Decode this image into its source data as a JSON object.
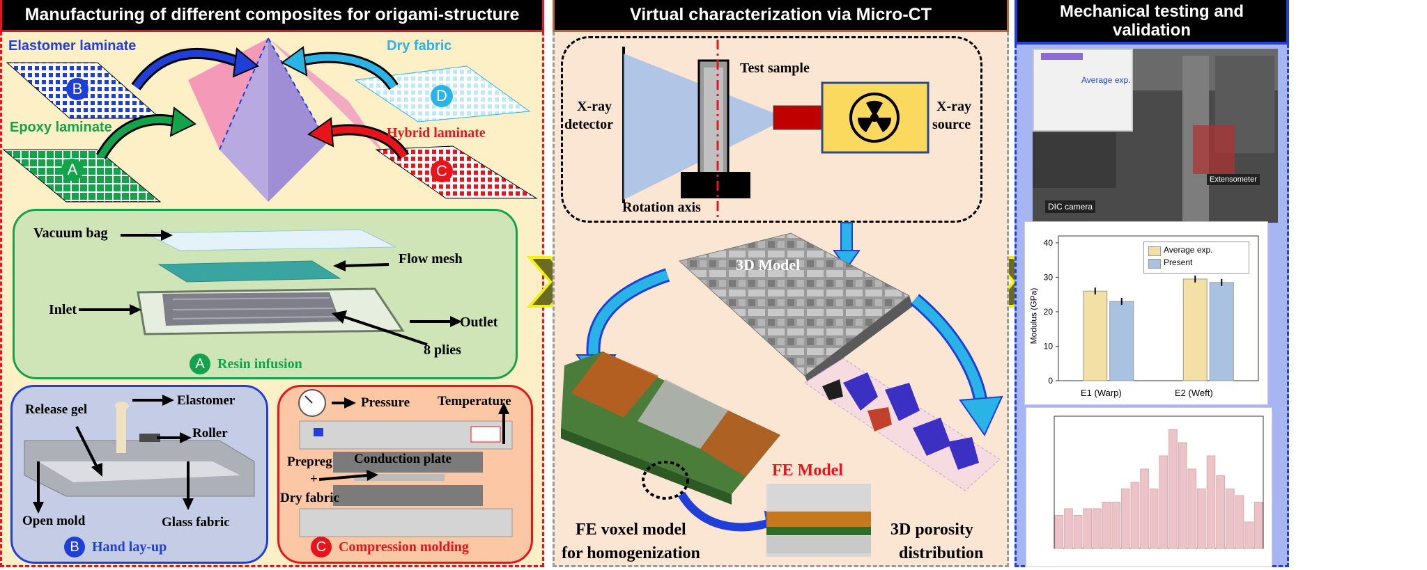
{
  "panels": {
    "manufacturing": {
      "title": "Manufacturing of different composites for origami-structure",
      "laminates": {
        "elastomer": {
          "label": "Elastomer  laminate",
          "marker": "B",
          "color": "#1f3fd8"
        },
        "epoxy": {
          "label": "Epoxy  laminate",
          "marker": "A",
          "color": "#13a34a"
        },
        "dry_fabric": {
          "label": "Dry fabric",
          "marker": "D",
          "color": "#2ab3e6"
        },
        "hybrid": {
          "label": "Hybrid laminate",
          "marker": "C",
          "color": "#e8141b"
        }
      },
      "resin_infusion": {
        "vacuum_bag": "Vacuum bag",
        "flow_mesh": "Flow mesh",
        "inlet": "Inlet",
        "outlet": "Outlet",
        "plies": "8 plies",
        "marker": "A",
        "caption": "Resin infusion"
      },
      "hand_layup": {
        "release_gel": "Release gel",
        "elastomer": "Elastomer",
        "roller": "Roller",
        "open_mold": "Open mold",
        "glass_fabric": "Glass fabric",
        "marker": "B",
        "caption": "Hand lay-up"
      },
      "compression": {
        "pressure": "Pressure",
        "temperature": "Temperature",
        "conduction_plate": "Conduction plate",
        "prepreg": "Prepreg",
        "plus": "+",
        "dry_fabric": "Dry fabric",
        "marker": "C",
        "caption": "Compression molding"
      }
    },
    "microct": {
      "title": "Virtual characterization via Micro-CT",
      "xray_detector": [
        "X-ray",
        "detector"
      ],
      "test_sample": "Test sample",
      "xray_source": [
        "X-ray",
        "source"
      ],
      "rotation_axis": "Rotation axis",
      "model_3d": "3D Model",
      "fe_model": "FE Model",
      "fe_voxel": [
        "FE voxel model",
        "for homogenization"
      ],
      "porosity": [
        "3D porosity",
        "distribution"
      ]
    },
    "mechanical": {
      "title": [
        "Mechanical testing and",
        "validation"
      ],
      "photo_tags": [
        "Average exp.",
        "DIC camera",
        "Extensometer"
      ],
      "bar_legend": [
        "Average exp.",
        "Present"
      ],
      "bar_categories": [
        "E1 (Warp)",
        "E2 (Weft)"
      ],
      "bar_ylabel": "Modulus (GPa)"
    }
  },
  "chart_data": [
    {
      "type": "bar",
      "categories": [
        "E1 (Warp)",
        "E2 (Weft)"
      ],
      "series": [
        {
          "name": "Average exp.",
          "values": [
            26,
            29.5
          ]
        },
        {
          "name": "Present",
          "values": [
            23,
            28.5
          ]
        }
      ],
      "ylabel": "Modulus (GPa)",
      "yticks": [
        0,
        10,
        20,
        30,
        40
      ],
      "ylim": [
        0,
        42
      ],
      "legend": "top-right",
      "colors": [
        "#f2e0a4",
        "#a9c2e2"
      ]
    },
    {
      "type": "bar",
      "values": [
        2.5,
        3,
        2.5,
        3,
        3,
        3.5,
        3.5,
        4.5,
        5,
        6,
        4.5,
        7,
        9,
        8,
        6,
        4.5,
        7,
        5.5,
        4.5,
        4,
        2,
        3.5
      ],
      "ylim": [
        0,
        10
      ],
      "colors": [
        "#ecc4c8"
      ]
    }
  ],
  "colors": {
    "red": "#e8141b",
    "blue": "#1f3fd8",
    "green": "#13a34a",
    "cyan": "#2ab3e6",
    "panel1_bg": "#fdefc6",
    "panel2_bg": "#fbe6d4",
    "panel3_bg": "#a7b5f3"
  }
}
